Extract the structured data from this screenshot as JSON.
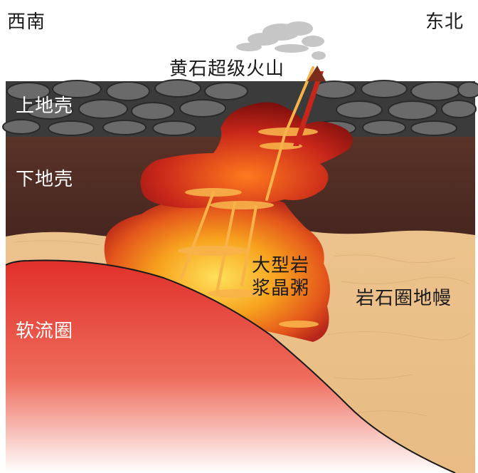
{
  "direction": {
    "southwest": "西南",
    "northeast": "东北"
  },
  "labels": {
    "volcano": "黄石超级火山",
    "upper_crust": "上地壳",
    "lower_crust": "下地壳",
    "asthenosphere": "软流圈",
    "magma_mush_line1": "大型岩",
    "magma_mush_line2": "浆晶粥",
    "lithospheric_mantle": "岩石圈地幔"
  },
  "colors": {
    "upper_crust": "#3b3b3b",
    "rock_stone": "#6a6a6a",
    "lower_crust": "#4e2b22",
    "lithospheric_mantle": "#e8bb86",
    "asthenosphere_top": "#e0302a",
    "asthenosphere_bottom": "#ffffff",
    "magma_outer": "#8a1410",
    "magma_inner": "#ffd23a"
  }
}
